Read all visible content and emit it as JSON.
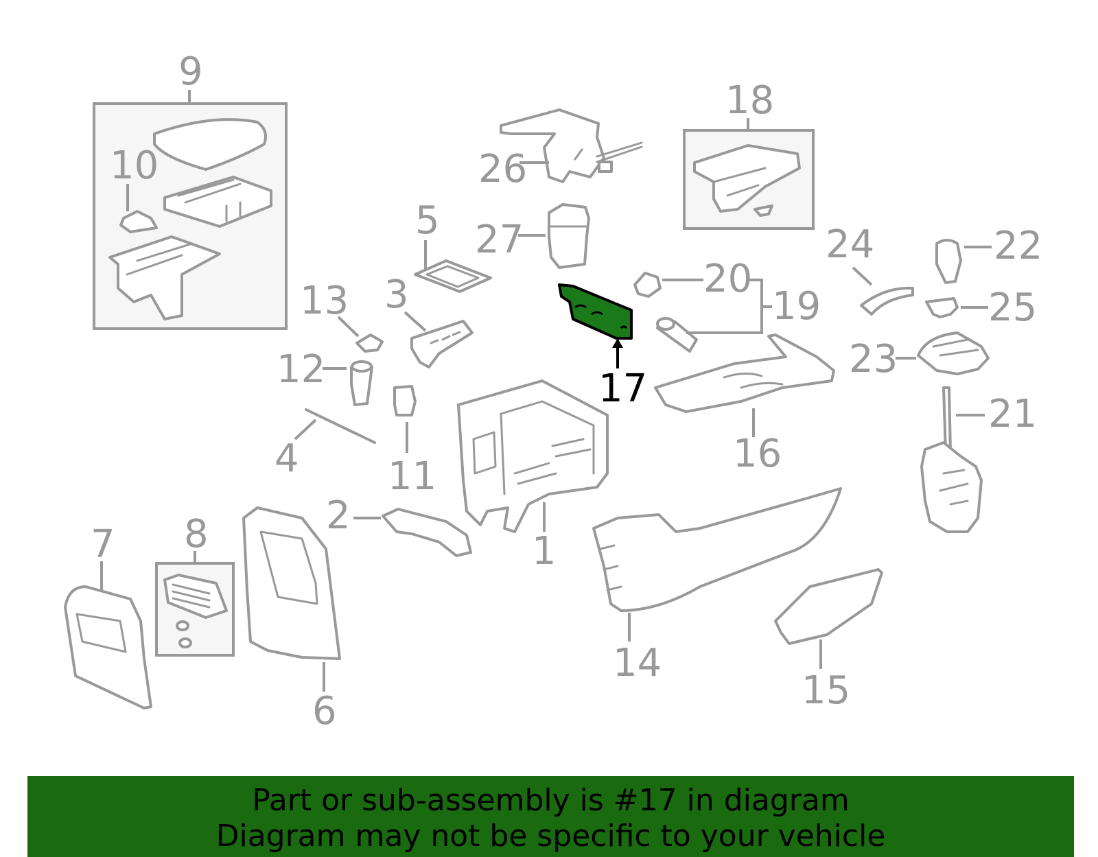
{
  "diagram": {
    "highlight_color": "#1a7a1a",
    "callouts": {
      "c1": "1",
      "c2": "2",
      "c3": "3",
      "c4": "4",
      "c5": "5",
      "c6": "6",
      "c7": "7",
      "c8": "8",
      "c9": "9",
      "c10": "10",
      "c11": "11",
      "c12": "12",
      "c13": "13",
      "c14": "14",
      "c15": "15",
      "c16": "16",
      "c17": "17",
      "c18": "18",
      "c19": "19",
      "c20": "20",
      "c21": "21",
      "c22": "22",
      "c23": "23",
      "c24": "24",
      "c25": "25",
      "c26": "26",
      "c27": "27"
    }
  },
  "banner": {
    "line1": "Part or sub-assembly is #17 in diagram",
    "line2": "Diagram may not be specific to your vehicle",
    "background": "#1a6a10"
  }
}
